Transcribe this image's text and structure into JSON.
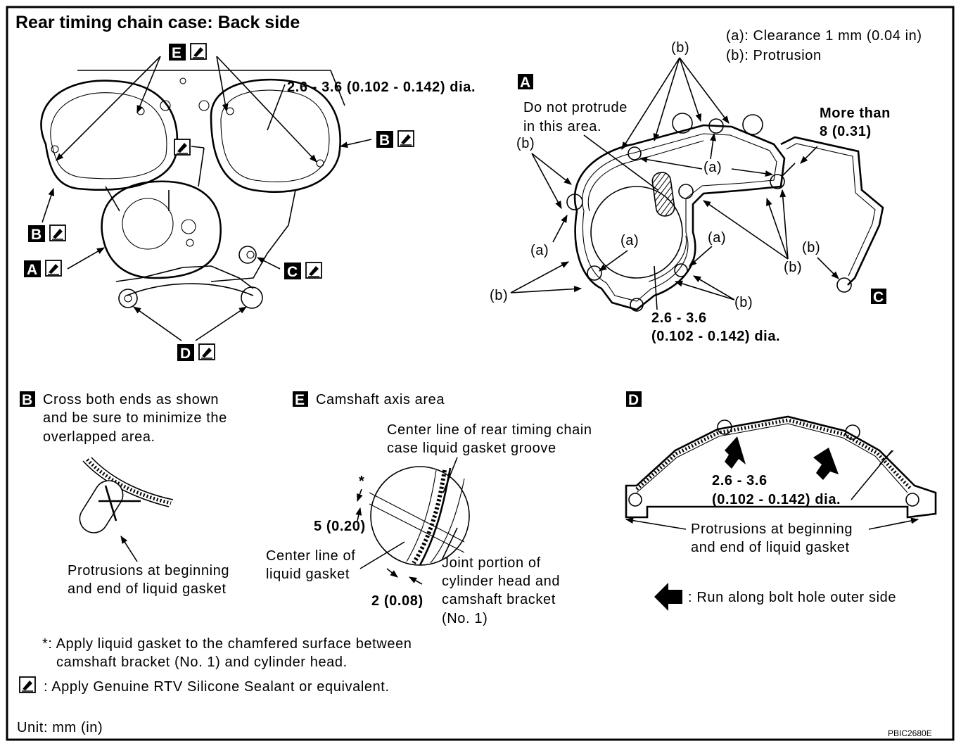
{
  "title": "Rear timing chain case: Back side",
  "legend_a": "(a): Clearance 1 mm (0.04 in)",
  "legend_b": "(b): Protrusion",
  "callouts": {
    "E": "E",
    "B": "B",
    "A": "A",
    "C": "C",
    "D": "D"
  },
  "dia_top": "2.6 - 3.6 (0.102 - 0.142) dia.",
  "panel_a": {
    "b_label": "(b)",
    "a_label": "(a)",
    "do_not_1": "Do not protrude",
    "do_not_2": "in this area.",
    "more_than_1": "More than",
    "more_than_2": "8 (0.31)",
    "dia_1": "2.6 - 3.6",
    "dia_2": "(0.102 - 0.142) dia."
  },
  "section_b": {
    "line1": "Cross both ends as shown",
    "line2": "and be sure to minimize the",
    "line3": "overlapped area.",
    "prot1": "Protrusions at beginning",
    "prot2": "and end of liquid gasket"
  },
  "section_e": {
    "title": "Camshaft axis area",
    "cl1": "Center line of rear timing chain",
    "cl2": "case liquid gasket groove",
    "star": "*",
    "d5": "5 (0.20)",
    "lg1": "Center line of",
    "lg2": "liquid gasket",
    "d2": "2 (0.08)",
    "jp1": "Joint portion of",
    "jp2": "cylinder head and",
    "jp3": "camshaft bracket",
    "jp4": "(No. 1)"
  },
  "section_d": {
    "dia_1": "2.6 - 3.6",
    "dia_2": "(0.102 - 0.142) dia.",
    "prot1": "Protrusions at beginning",
    "prot2": "and end of liquid gasket",
    "run": ": Run along bolt hole outer side"
  },
  "notes": {
    "star1": "*: Apply liquid gasket to the chamfered surface between",
    "star2": "camshaft bracket (No. 1) and cylinder head.",
    "sealant": ": Apply Genuine RTV Silicone Sealant or equivalent.",
    "unit": "Unit: mm (in)",
    "code": "PBIC2680E"
  }
}
